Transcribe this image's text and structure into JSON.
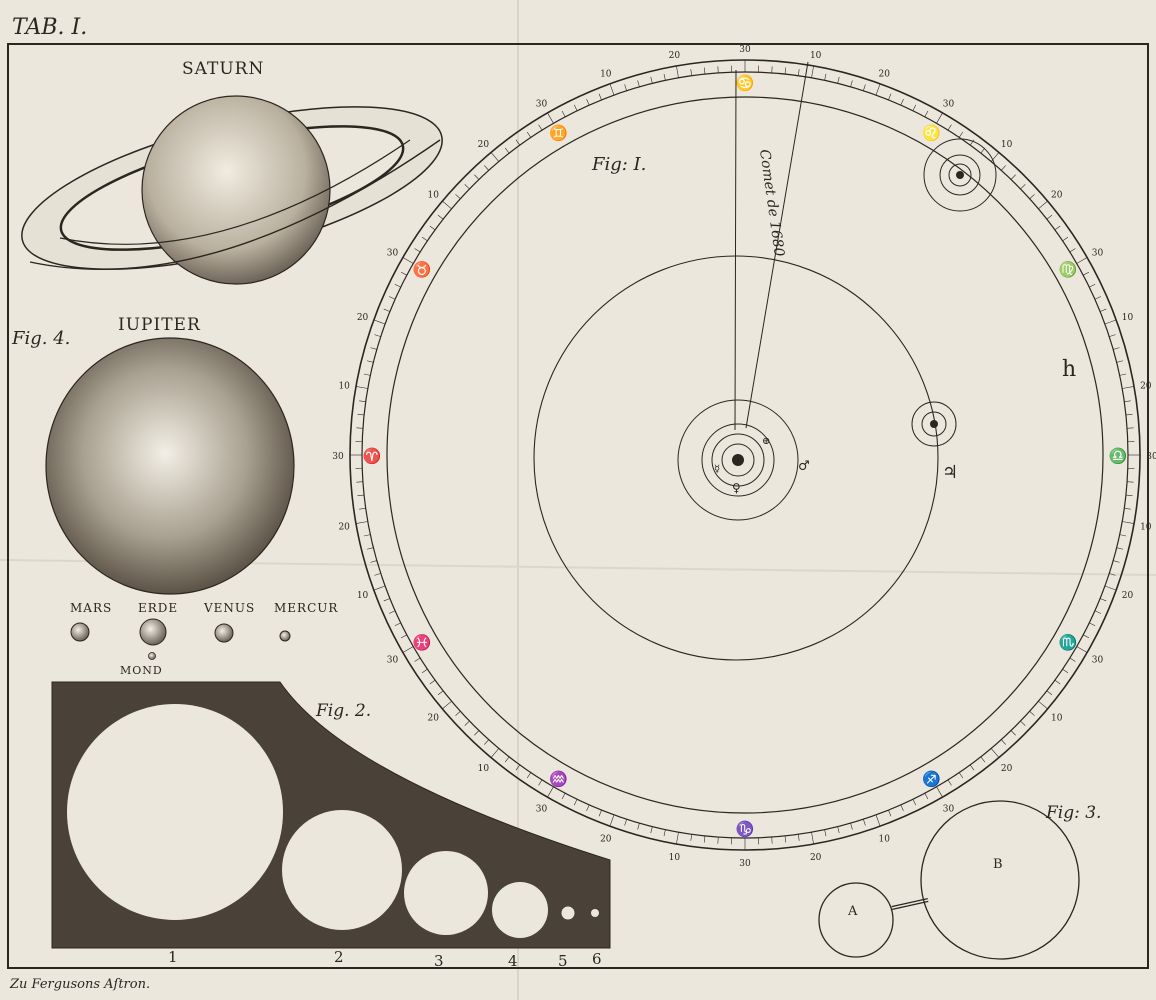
{
  "plate": {
    "tab_label": "TAB. I.",
    "footer_credit": "Zu Fergusons Aſtron."
  },
  "fig1": {
    "label": "Fig: I.",
    "comet_label": "Comet de 1680",
    "planet_symbols": {
      "jupiter": "♃",
      "saturn": "h",
      "mars": "♂",
      "venus": "♀",
      "mercury": "☿",
      "earth": "⊕"
    },
    "zodiac_signs": [
      "♈",
      "♉",
      "♊",
      "♋",
      "♌",
      "♍",
      "♎",
      "♏",
      "♐",
      "♑",
      "♒",
      "♓"
    ],
    "scale_numbers": [
      "10",
      "20",
      "30"
    ]
  },
  "fig2": {
    "label": "Fig. 2.",
    "numbers": [
      "1",
      "2",
      "3",
      "4",
      "5",
      "6"
    ]
  },
  "fig3": {
    "label": "Fig: 3.",
    "circle_a": "A",
    "circle_b": "B"
  },
  "fig4": {
    "label": "Fig. 4.",
    "saturn": "SATURN",
    "jupiter": "IUPITER",
    "mars": "MARS",
    "erde": "ERDE",
    "venus": "VENUS",
    "mercur": "MERCUR",
    "mond": "MOND"
  },
  "colors": {
    "paper": "#ebe7dd",
    "ink": "#2b2620",
    "dark_panel": "#4a4238"
  }
}
